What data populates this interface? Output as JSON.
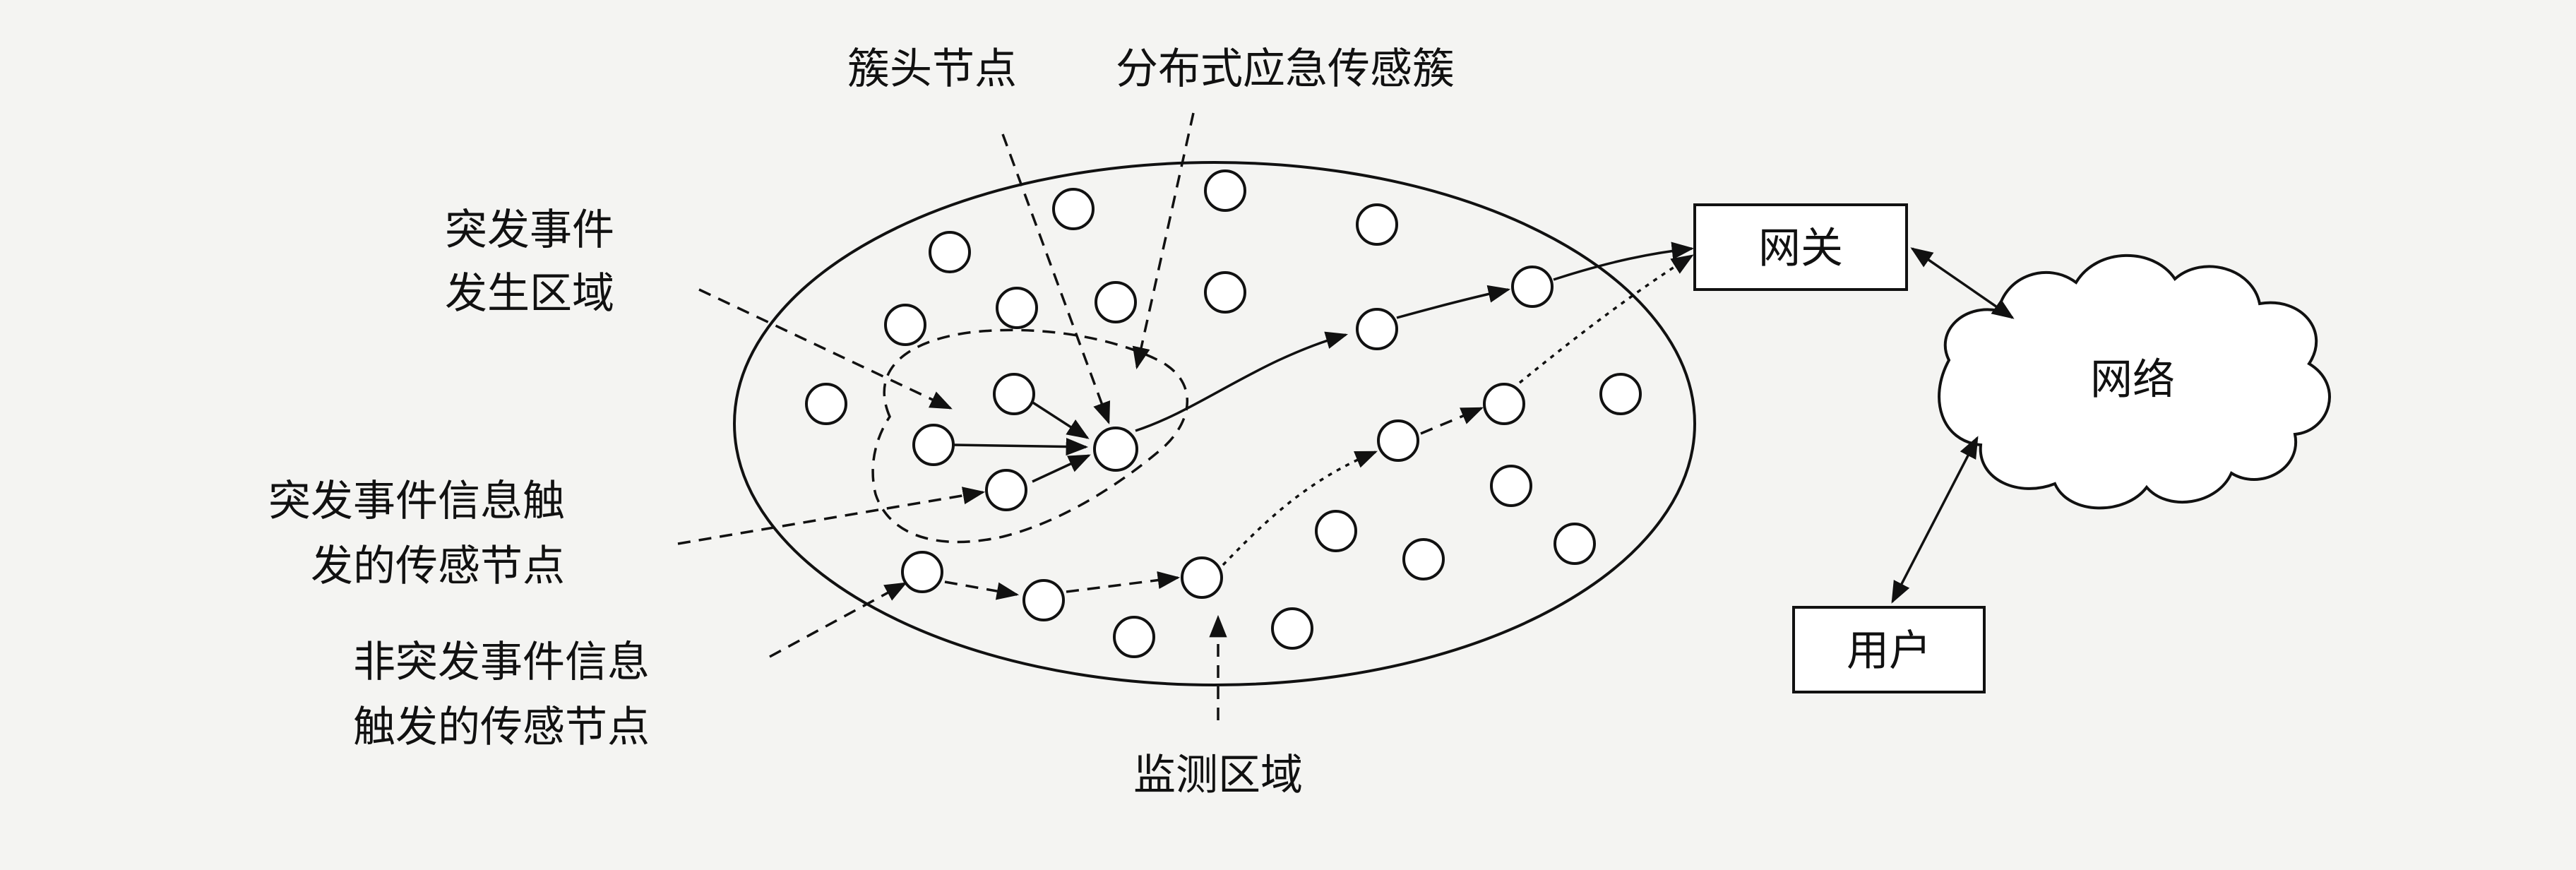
{
  "labels": {
    "cluster_head": "簇头节点",
    "distributed_cluster": "分布式应急传感簇",
    "event_area_line1": "突发事件",
    "event_area_line2": "发生区域",
    "event_node_line1": "突发事件信息触",
    "event_node_line2": "发的传感节点",
    "non_event_node_line1": "非突发事件信息",
    "non_event_node_line2": "触发的传感节点",
    "monitor_area": "监测区域",
    "gateway": "网关",
    "network": "网络",
    "user": "用户"
  }
}
